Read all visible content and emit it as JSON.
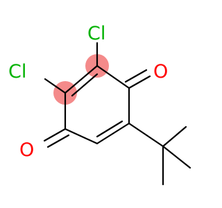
{
  "molecule": {
    "atoms": {
      "cl1": {
        "symbol": "Cl",
        "color": "#00B200"
      },
      "cl2": {
        "symbol": "Cl",
        "color": "#00B200"
      },
      "o1": {
        "symbol": "O",
        "color": "#FF0000"
      },
      "o2": {
        "symbol": "O",
        "color": "#FF0000"
      }
    },
    "highlight_color": "#F48A8A",
    "bond_color": "#000000"
  }
}
